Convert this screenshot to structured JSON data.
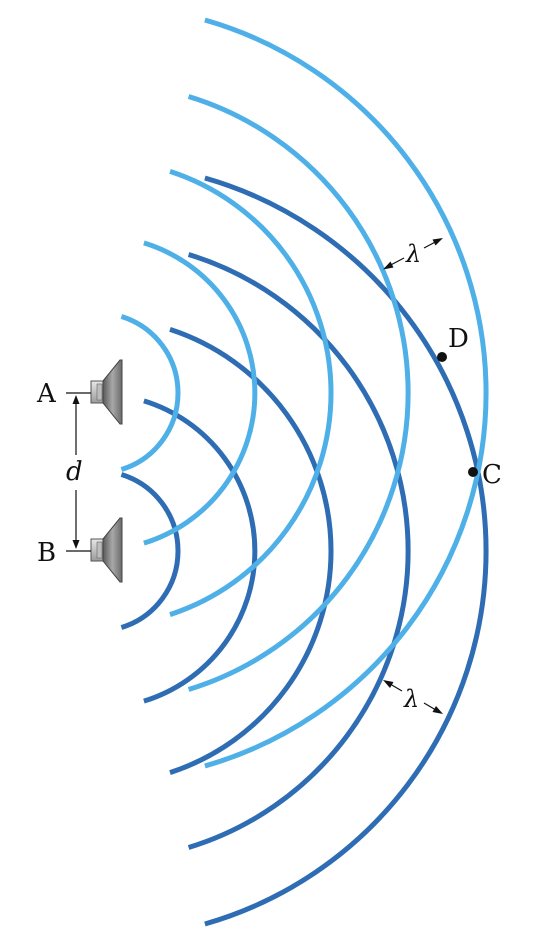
{
  "labels": {
    "source_a": "A",
    "source_b": "B",
    "separation": "d",
    "point_c": "C",
    "point_d": "D",
    "wavelength_upper": "λ",
    "wavelength_lower": "λ"
  },
  "colors": {
    "waves_from_a": "#4fb0e8",
    "waves_from_b": "#2e6db3",
    "speaker_body": "#8c8c8c",
    "speaker_dark": "#4a4a4a",
    "ink": "#111111"
  }
}
